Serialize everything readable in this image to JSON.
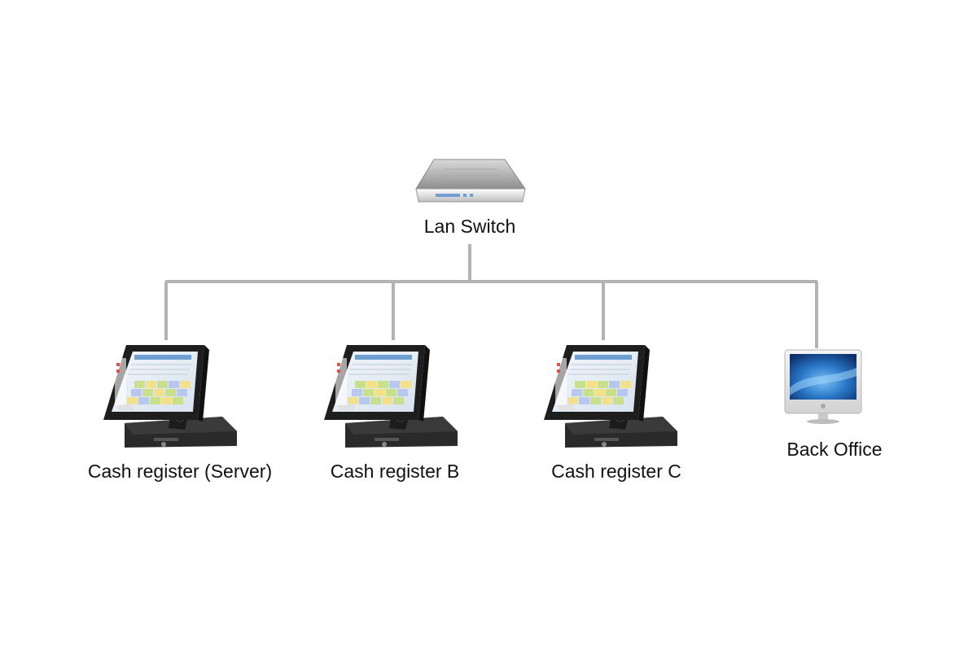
{
  "switch": {
    "label": "Lan Switch",
    "icon": "lan-switch-icon"
  },
  "nodes": [
    {
      "label": "Cash register (Server)",
      "icon": "pos-terminal-icon"
    },
    {
      "label": "Cash register B",
      "icon": "pos-terminal-icon"
    },
    {
      "label": "Cash register C",
      "icon": "pos-terminal-icon"
    },
    {
      "label": "Back Office",
      "icon": "desktop-computer-icon"
    }
  ],
  "colors": {
    "line": "#b3b3b3",
    "text": "#111111",
    "terminal": "#1e1e1e",
    "screen_blue": "#1f6fc4"
  }
}
